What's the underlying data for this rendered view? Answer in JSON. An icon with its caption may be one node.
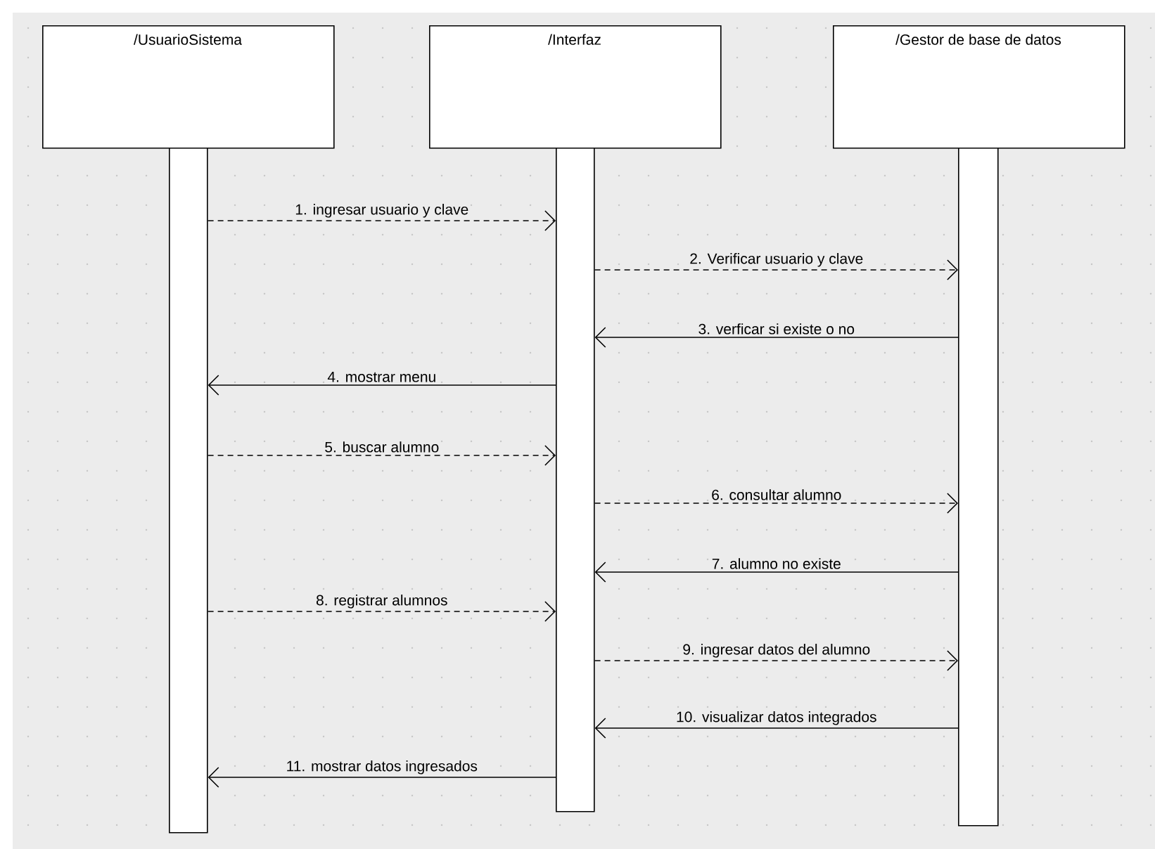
{
  "diagram": {
    "nodes": [
      {
        "text": [
          "/UsuarioSistema"
        ]
      },
      {
        "text": [
          "/Interfaz"
        ]
      },
      {
        "text": [
          "/Gestor de base de datos"
        ]
      },
      {
        "text": [],
        "shape": "bar"
      },
      {
        "text": [],
        "shape": "bar"
      },
      {
        "text": [],
        "shape": "bar"
      }
    ],
    "edges": [
      {
        "from": 3,
        "to": 4,
        "arrow": "to",
        "label": "1. ingresar usuario y clave",
        "style": "dashed"
      },
      {
        "from": 4,
        "to": 5,
        "arrow": "to",
        "label": "2. Verificar usuario y clave",
        "style": "dashed"
      },
      {
        "from": 5,
        "to": 4,
        "arrow": "to",
        "label": "3. verficar si existe o no"
      },
      {
        "from": 4,
        "to": 3,
        "arrow": "to",
        "label": "4. mostrar menu"
      },
      {
        "from": 3,
        "to": 4,
        "arrow": "to",
        "label": "5. buscar alumno",
        "style": "dashed"
      },
      {
        "from": 4,
        "to": 5,
        "arrow": "to",
        "label": "6. consultar alumno",
        "style": "dashed"
      },
      {
        "from": 5,
        "to": 4,
        "arrow": "to",
        "label": "7. alumno no existe"
      },
      {
        "from": 3,
        "to": 4,
        "arrow": "to",
        "label": "8. registrar alumnos",
        "style": "dashed"
      },
      {
        "from": 4,
        "to": 5,
        "arrow": "to",
        "label": "9. ingresar datos del alumno",
        "style": "dashed"
      },
      {
        "from": 5,
        "to": 4,
        "arrow": "to",
        "label": "10. visualizar datos integrados"
      },
      {
        "from": 4,
        "to": 3,
        "arrow": "to",
        "label": "11. mostrar datos ingresados"
      }
    ]
  }
}
